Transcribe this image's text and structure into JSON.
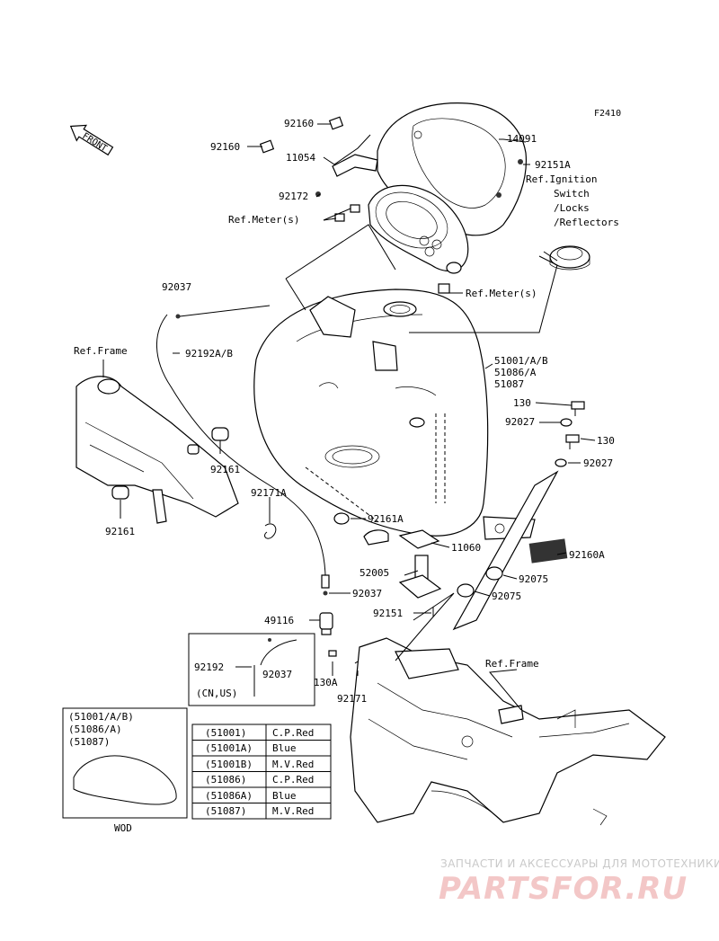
{
  "diagram_id": "F2410",
  "front_label": "FRONT",
  "labels": {
    "p92160_top": "92160",
    "p14091": "14091",
    "p92160_left": "92160",
    "p11054": "11054",
    "p92151A": "92151A",
    "p92172": "92172",
    "ref_ignition": [
      "Ref.Ignition",
      "Switch",
      "/Locks",
      "/Reflectors"
    ],
    "ref_meter_1": "Ref.Meter(s)",
    "ref_meter_2": "Ref.Meter(s)",
    "p92037_top": "92037",
    "ref_frame_1": "Ref.Frame",
    "p92192AB": "92192A/B",
    "tank_parts": [
      "51001/A/B",
      "51086/A",
      "51087"
    ],
    "p130_a": "130",
    "p92027_a": "92027",
    "p130_b": "130",
    "p92027_b": "92027",
    "p92161_a": "92161",
    "p92161_b": "92161",
    "p92171A": "92171A",
    "p92161A": "92161A",
    "p11060": "11060",
    "p92160A": "92160A",
    "p52005": "52005",
    "p92075_a": "92075",
    "p92075_b": "92075",
    "p92037_mid": "92037",
    "p92151": "92151",
    "p49116": "49116",
    "p92192": "92192",
    "p92037_box": "92037",
    "cn_us": "(CN,US)",
    "p130A": "130A",
    "p92171": "92171",
    "ref_frame_2": "Ref.Frame",
    "wod_header": [
      "(51001/A/B)",
      "(51086/A)",
      "(51087)"
    ],
    "wod": "WOD"
  },
  "color_table": [
    {
      "part": "(51001)",
      "color": "C.P.Red"
    },
    {
      "part": "(51001A)",
      "color": "Blue"
    },
    {
      "part": "(51001B)",
      "color": "M.V.Red"
    },
    {
      "part": "(51086)",
      "color": "C.P.Red"
    },
    {
      "part": "(51086A)",
      "color": "Blue"
    },
    {
      "part": "(51087)",
      "color": "M.V.Red"
    }
  ],
  "watermark": {
    "caption": "ЗАПЧАСТИ И АКСЕССУАРЫ ДЛЯ МОТОТЕХНИКИ",
    "brand": "PARTSFOR.RU",
    "color": "#e06a6a"
  }
}
